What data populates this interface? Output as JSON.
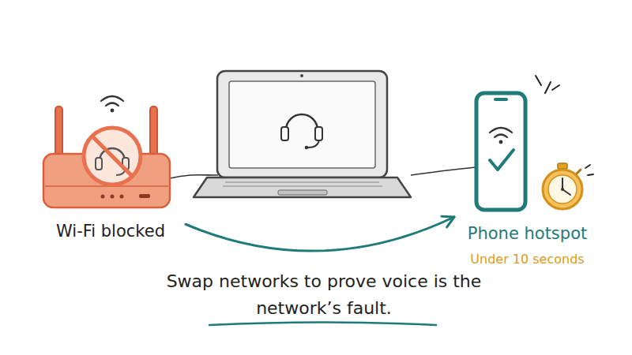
{
  "diagram": {
    "caption": "Swap networks to prove voice is the network’s fault.",
    "nodes": [
      {
        "text": [
          "Wi-Fi blocked"
        ]
      },
      {
        "text": [
          "Phone hotspot",
          "Under 10 seconds"
        ]
      }
    ],
    "edges": [
      {
        "from": 0,
        "to": 1,
        "arrow": "to"
      }
    ]
  }
}
